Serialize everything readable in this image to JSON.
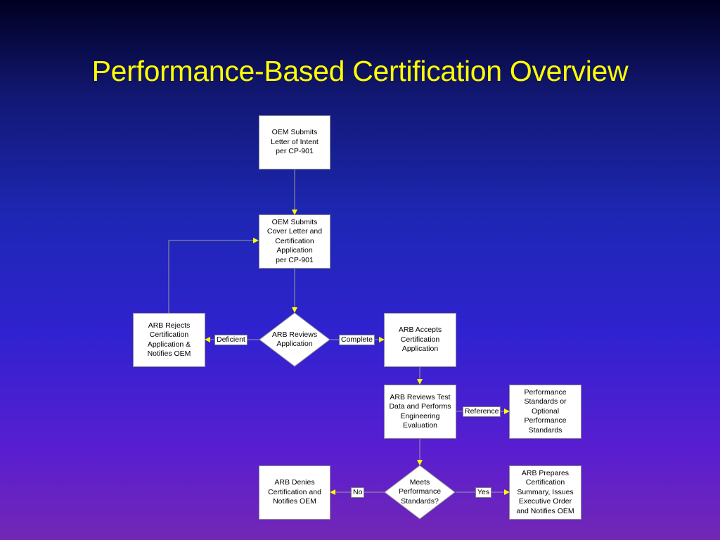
{
  "slide": {
    "title": "Performance-Based Certification Overview"
  },
  "nodes": {
    "oem_intent": "OEM Submits\nLetter of Intent\nper CP-901",
    "oem_application": "OEM Submits\nCover Letter and\nCertification\nApplication\nper CP-901",
    "arb_rejects": "ARB Rejects\nCertification\nApplication &\nNotifies OEM",
    "arb_reviews_application": "ARB Reviews\nApplication",
    "arb_accepts": "ARB Accepts\nCertification\nApplication",
    "arb_reviews_test": "ARB Reviews Test\nData and Performs\nEngineering\nEvaluation",
    "performance_standards": "Performance\nStandards or\nOptional\nPerformance\nStandards",
    "meets_standards": "Meets\nPerformance\nStandards?",
    "arb_denies": "ARB Denies\nCertification and\nNotifies OEM",
    "arb_prepares": "ARB Prepares\nCertification\nSummary, Issues\nExecutive Order\nand Notifies OEM"
  },
  "labels": {
    "deficient": "Deficient",
    "complete": "Complete",
    "reference": "Reference",
    "no": "No",
    "yes": "Yes"
  },
  "colors": {
    "title": "#ffff00",
    "arrowhead": "#ffff00",
    "connector": "#9a9a9a"
  }
}
